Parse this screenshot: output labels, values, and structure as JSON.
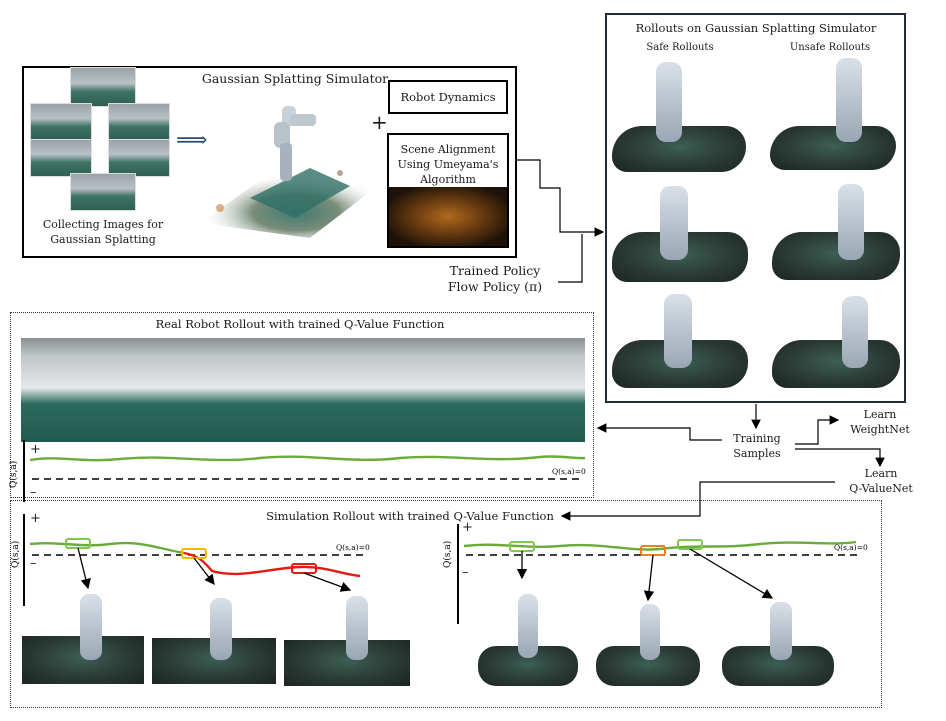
{
  "top_left_panel": {
    "title": "Gaussian Splatting Simulator",
    "caption_line1": "Collecting Images for",
    "caption_line2": "Gaussian Splatting",
    "arrow_glyph": "⟹",
    "plus_glyph": "+"
  },
  "robot_dynamics_box": {
    "label": "Robot Dynamics"
  },
  "scene_alignment_box": {
    "line1": "Scene Alignment",
    "line2": "Using Umeyama's",
    "line3": "Algorithm"
  },
  "trained_policy": {
    "line1": "Trained Policy",
    "line2": "Flow Policy (π)"
  },
  "rollouts_panel": {
    "title": "Rollouts on Gaussian Splatting Simulator",
    "safe_label": "Safe Rollouts",
    "unsafe_label": "Unsafe Rollouts",
    "border_color": "#1f2d3d"
  },
  "training_flow": {
    "training_samples_line1": "Training",
    "training_samples_line2": "Samples",
    "learn_weightnet_line1": "Learn",
    "learn_weightnet_line2": "WeightNet",
    "learn_qvaluenet_line1": "Learn",
    "learn_qvaluenet_line2": "Q-ValueNet"
  },
  "real_robot_panel": {
    "title": "Real Robot Rollout with trained Q-Value Function",
    "plus": "+",
    "minus": "–",
    "y_axis_label": "Q(s,a)",
    "threshold_label": "Q(s,a)=0"
  },
  "simulation_panel": {
    "title": "Simulation Rollout with trained Q-Value Function",
    "plus": "+",
    "minus": "–",
    "y_axis_label": "Q(s,a)",
    "threshold_label": "Q(s,a)=0"
  },
  "colors": {
    "safe_curve": "#6aab3a",
    "unsafe_curve": "#e31b12",
    "highlight_green": "#7ec850",
    "highlight_yellow": "#f2b705",
    "highlight_orange": "#ef7d22",
    "highlight_red": "#e31b12"
  }
}
